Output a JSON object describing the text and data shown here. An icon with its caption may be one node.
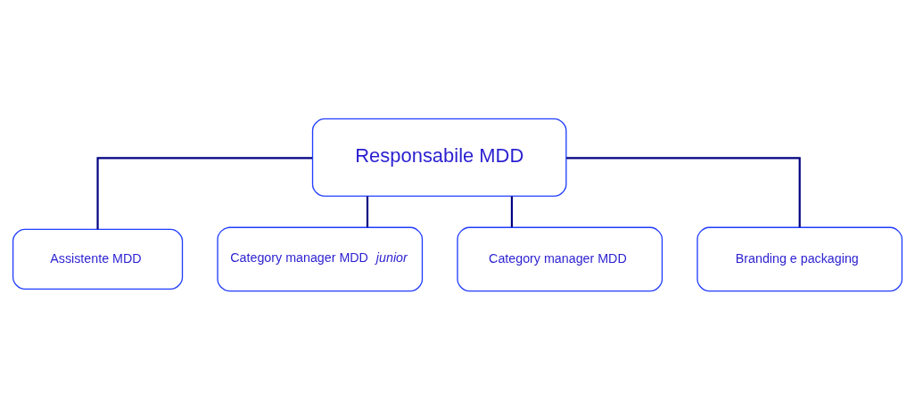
{
  "diagram": {
    "nodes": [
      {
        "text": [
          "Responsabile MDD"
        ]
      },
      {
        "text": [
          "Assistente MDD"
        ]
      },
      {
        "text": [
          "Category manager MDD *junior*"
        ]
      },
      {
        "text": [
          "Category manager MDD"
        ]
      },
      {
        "text": [
          "Branding e packaging"
        ]
      }
    ],
    "edges": [
      {
        "from": 0,
        "to": 1,
        "arrow": "none"
      },
      {
        "from": 0,
        "to": 2,
        "arrow": "none"
      },
      {
        "from": 0,
        "to": 3,
        "arrow": "none"
      },
      {
        "from": 0,
        "to": 4,
        "arrow": "none"
      }
    ]
  }
}
